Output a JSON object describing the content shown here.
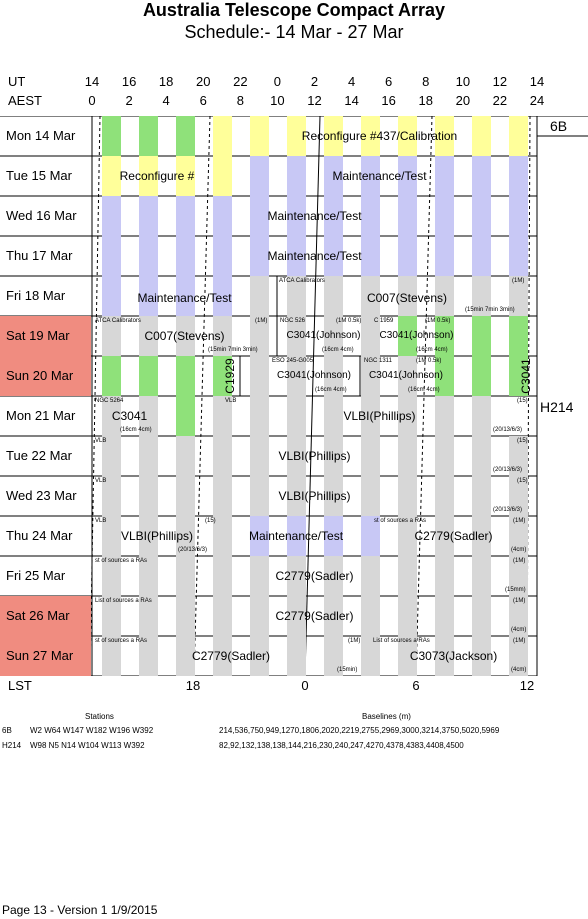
{
  "title": "Australia Telescope Compact Array",
  "subtitle": "Schedule:- 14 Mar - 27 Mar",
  "axis": {
    "ut_label": "UT",
    "aest_label": "AEST",
    "lst_label": "LST",
    "ut_ticks": [
      "14",
      "16",
      "18",
      "20",
      "22",
      "0",
      "2",
      "4",
      "6",
      "8",
      "10",
      "12",
      "14"
    ],
    "aest_ticks": [
      "0",
      "2",
      "4",
      "6",
      "8",
      "10",
      "12",
      "14",
      "16",
      "18",
      "20",
      "22",
      "24"
    ],
    "lst_ticks": [
      "18",
      "0",
      "6",
      "12"
    ]
  },
  "days": [
    {
      "label": "Mon  14 Mar",
      "weekend": false
    },
    {
      "label": "Tue   15 Mar",
      "weekend": false
    },
    {
      "label": "Wed  16 Mar",
      "weekend": false
    },
    {
      "label": "Thu   17 Mar",
      "weekend": false
    },
    {
      "label": "Fri    18 Mar",
      "weekend": false
    },
    {
      "label": "Sat   19 Mar",
      "weekend": true
    },
    {
      "label": "Sun   20 Mar",
      "weekend": true
    },
    {
      "label": "Mon  21 Mar",
      "weekend": false
    },
    {
      "label": "Tue   22 Mar",
      "weekend": false
    },
    {
      "label": "Wed  23 Mar",
      "weekend": false
    },
    {
      "label": "Thu   24 Mar",
      "weekend": false
    },
    {
      "label": "Fri    25 Mar",
      "weekend": false
    },
    {
      "label": "Sat   26 Mar",
      "weekend": true
    },
    {
      "label": "Sun   27 Mar",
      "weekend": true
    }
  ],
  "configs": {
    "first": "6B",
    "second": "H214"
  },
  "projects": {
    "r0": "Reconfigure #437/Calibration",
    "r1a": "Reconfigure #",
    "r1b": "Maintenance/Test",
    "r2": "Maintenance/Test",
    "r3": "Maintenance/Test",
    "r4a": "Maintenance/Test",
    "r4b": "C007(Stevens)",
    "r5a": "C007(Stevens)",
    "r5b": "C3041(Johnson)",
    "r5c": "C3041(Johnson)",
    "r6a": "C1929",
    "r6b": "C3041(Johnson)",
    "r6c": "C3041(Johnson)",
    "r6d": "C3041",
    "r7a": "C3041",
    "r7b": "VLBI(Phillips)",
    "r8": "VLBI(Phillips)",
    "r9": "VLBI(Phillips)",
    "r10a": "VLBI(Phillips)",
    "r10b": "Maintenance/Test",
    "r10c": "C2779(Sadler)",
    "r11": "C2779(Sadler)",
    "r12": "C2779(Sadler)",
    "r13a": "C2779(Sadler)",
    "r13b": "C3073(Jackson)"
  },
  "small_notes": {
    "atca_cal": "ATCA Calibrators",
    "r4_1m": "(1M)",
    "r4_foot": "(15min 7min 3min)",
    "r5_atca": "ATCA Calibrators",
    "r5_1m": "(1M)",
    "r5_foot": "(15min 7min 3min)",
    "r5_ngc": "NGC 526",
    "r5_ngc_bw": "(1M 0.5k)",
    "r5_ngc_foot": "(16cm 4cm)",
    "r5_c": "C 1959",
    "r5_c_bw": "(1M 0.5k)",
    "r5_c_foot": "(16cm 4cm)",
    "r6_eso": "ESO 245-G005",
    "r6_eso_foot": "(16cm 4cm)",
    "r6_ngc": "NGC 1311",
    "r6_ngc_bw": "(1M 0.5k)",
    "r6_ngc_foot": "(16cm 4cm)",
    "r7_ngc": "NGC 5264",
    "r7_ngc_foot": "(16cm 4cm)",
    "r7_vlb": "VLB",
    "r7_15": "(15)",
    "r7_foot": "(20/13/6/3)",
    "r8_vlb": "VLB",
    "r8_15": "(15)",
    "r8_foot": "(20/13/6/3)",
    "r9_vlb": "VLB",
    "r9_15": "(15)",
    "r9_foot": "(20/13/6/3)",
    "r10_vlb": "VLB",
    "r10_15": "(15)",
    "r10_foot": "(20/13/6/3)",
    "r10_list": "st of sources a  RAs",
    "r10_1m": "(1M)",
    "r10_4cm": "(4cm)",
    "r11_list": "st of sources a  RAs",
    "r11_1m": "(1M)",
    "r11_foot": "(15mm)",
    "r12_list": "List of sources a  RAs",
    "r12_1m": "(1M)",
    "r12_foot": "(4cm)",
    "r13_list": "st of sources a  RAs",
    "r13_1m": "(1M)",
    "r13_foot": "(15min)",
    "r13_list2": "List of sources a  RAs",
    "r13_1m2": "(1M)",
    "r13_foot2": "(4cm)"
  },
  "footer_table": {
    "stations_header": "Stations",
    "baselines_header": "Baselines (m)",
    "rows": [
      {
        "config": "6B",
        "stations": "W2 W64 W147 W182 W196 W392",
        "baselines": "214,536,750,949,1270,1806,2020,2219,2755,2969,3000,3214,3750,5020,5969"
      },
      {
        "config": "H214",
        "stations": "W98 N5 N14 W104 W113 W392",
        "baselines": "82,92,132,138,138,144,216,230,240,247,4270,4378,4383,4408,4500"
      }
    ]
  },
  "page_footer": "Page 13 - Version 1  1/9/2015"
}
